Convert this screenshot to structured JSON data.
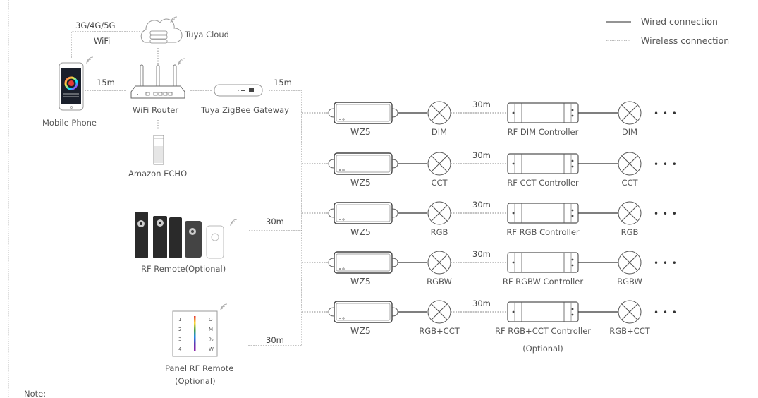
{
  "legend": {
    "wired_label": "Wired connection",
    "wireless_label": "Wireless connection"
  },
  "top": {
    "network_label_1": "3G/4G/5G",
    "network_label_2": "WiFi",
    "cloud_label": "Tuya Cloud",
    "phone_label": "Mobile Phone",
    "router_label": "WiFi Router",
    "gateway_label": "Tuya ZigBee Gateway",
    "echo_label": "Amazon ECHO",
    "phone_router_distance": "15m",
    "gateway_bus_distance": "15m"
  },
  "remotes": {
    "rf_remote_label": "RF Remote(Optional)",
    "rf_remote_distance": "30m",
    "panel_label_1": "Panel RF Remote",
    "panel_label_2": "(Optional)",
    "panel_distance": "30m",
    "panel_keys_left": [
      "1",
      "2",
      "3",
      "4"
    ],
    "panel_keys_right": [
      "O",
      "M",
      "%",
      "W"
    ]
  },
  "rows": [
    {
      "module": "WZ5",
      "light": "DIM",
      "distance": "30m",
      "controller": "RF DIM Controller",
      "controller_sub": "",
      "light2": "DIM",
      "more": "• • •"
    },
    {
      "module": "WZ5",
      "light": "CCT",
      "distance": "30m",
      "controller": "RF CCT Controller",
      "controller_sub": "",
      "light2": "CCT",
      "more": "• • •"
    },
    {
      "module": "WZ5",
      "light": "RGB",
      "distance": "30m",
      "controller": "RF RGB Controller",
      "controller_sub": "",
      "light2": "RGB",
      "more": "• • •"
    },
    {
      "module": "WZ5",
      "light": "RGBW",
      "distance": "30m",
      "controller": "RF RGBW Controller",
      "controller_sub": "",
      "light2": "RGBW",
      "more": "• • •"
    },
    {
      "module": "WZ5",
      "light": "RGB+CCT",
      "distance": "30m",
      "controller": "RF RGB+CCT Controller",
      "controller_sub": "(Optional)",
      "light2": "RGB+CCT",
      "more": "• • •"
    }
  ],
  "note": {
    "label": "Note:"
  },
  "colors": {
    "wired": "#333333",
    "wireless": "#888888",
    "text": "#555555"
  }
}
